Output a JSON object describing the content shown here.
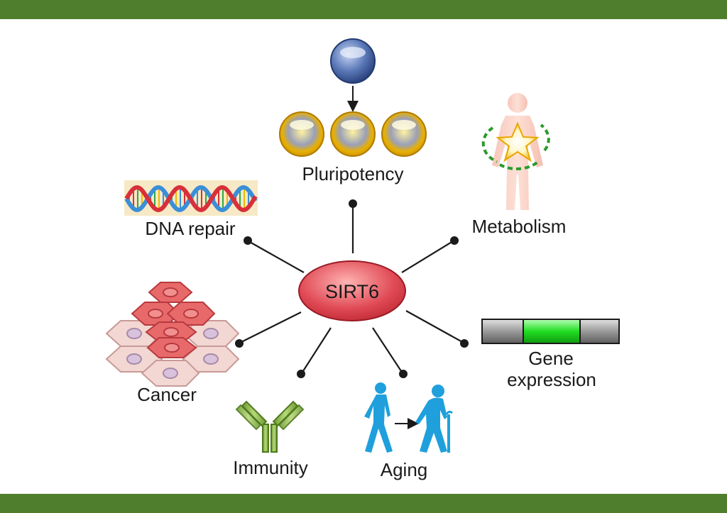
{
  "center": {
    "label": "SIRT6"
  },
  "nodes": {
    "pluripotency": {
      "label": "Pluripotency"
    },
    "metabolism": {
      "label": "Metabolism"
    },
    "dna_repair": {
      "label": "DNA repair"
    },
    "cancer": {
      "label": "Cancer"
    },
    "gene_expression": {
      "line1": "Gene",
      "line2": "expression"
    },
    "immunity": {
      "label": "Immunity"
    },
    "aging": {
      "label": "Aging"
    }
  },
  "colors": {
    "band": "#4f7f2c",
    "center_fill": "#e04a55",
    "stem_cell": "#5a78b8",
    "progenitor_cell": "#e8b000",
    "cancer_cell": "#e8696a",
    "normal_cell": "#f2d7d3",
    "antibody": "#8cb84a",
    "aging_figure": "#1fa0dc",
    "gene_band": "#22dd22",
    "metabolism_arrow": "#2a9a2a"
  },
  "icons": [
    "stem-cell-icon",
    "progenitor-cell-icon",
    "dna-helix-icon",
    "human-body-icon",
    "cell-cluster-icon",
    "gene-bar-icon",
    "antibody-icon",
    "walking-person-icon",
    "elderly-person-icon"
  ]
}
